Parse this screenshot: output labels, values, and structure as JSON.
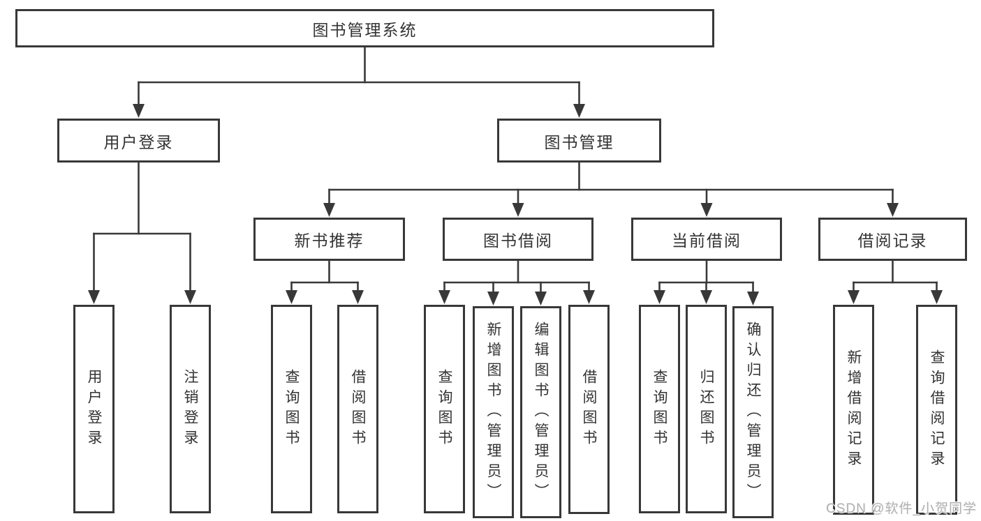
{
  "title": "图书管理系统",
  "level2": [
    "用户登录",
    "图书管理"
  ],
  "level3": [
    "新书推荐",
    "图书借阅",
    "当前借阅",
    "借阅记录"
  ],
  "leaves": {
    "user_login": [
      "用户登录",
      "注销登录"
    ],
    "new_books": [
      "查询图书",
      "借阅图书"
    ],
    "book_borrow": [
      "查询图书",
      "新增图书（管理员）",
      "编辑图书（管理员）",
      "借阅图书"
    ],
    "current_borrow": [
      "查询图书",
      "归还图书",
      "确认归还（管理员）"
    ],
    "borrow_records": [
      "新增借阅记录",
      "查询借阅记录"
    ]
  },
  "watermark": "CSDN @软件_小贺同学",
  "colors": {
    "line": "#383838",
    "text": "#333333",
    "background": "#ffffff",
    "watermark": "#b0b0b0"
  }
}
